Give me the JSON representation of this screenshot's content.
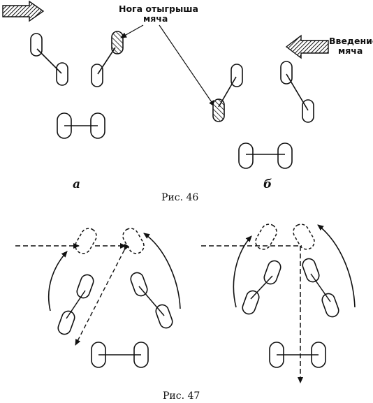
{
  "fig46": {
    "label_leg": [
      "Нога отыгрыша",
      "мяча"
    ],
    "label_intro": [
      "Введение",
      "мяча"
    ],
    "sub_a": "а",
    "sub_b": "б",
    "caption": "Рис. 46"
  },
  "fig47": {
    "caption": "Рис. 47"
  },
  "colors": {
    "ink": "#111111",
    "hatch": "#111111",
    "background": "#ffffff"
  }
}
